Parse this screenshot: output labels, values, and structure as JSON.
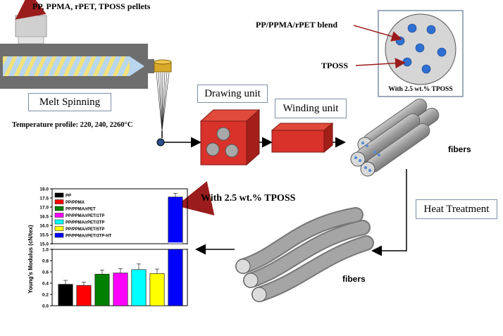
{
  "labels": {
    "pellets": "PP, PPMA, rPET, TPOSS pellets",
    "melt_spinning": "Melt Spinning",
    "temperature_profile": "Temperature profile: 220, 240, 2260°C",
    "drawing_unit": "Drawing unit",
    "winding_unit": "Winding unit",
    "blend": "PP/PPMA/rPET blend",
    "tposs": "TPOSS",
    "inset_caption": "With 2.5 wt.% TPOSS",
    "fibers_top": "fibers",
    "fibers_bottom": "fibers",
    "heat_treatment": "Heat Treatment",
    "chart_callout": "With 2.5 wt.% TPOSS"
  },
  "colors": {
    "machine_gray": "#6e6e6e",
    "screw_yellow": "#f3e27a",
    "screw_blue": "#b8d6ee",
    "unit_red": "#d8322a",
    "tposs_blue": "#2f6fd1",
    "box_border": "#7f8fa6",
    "fiber_gray": "#9a9a9a"
  },
  "chart_data": {
    "type": "bar",
    "ylabel": "Young's Modulus (cN/tex)",
    "broken_axis": true,
    "lower_ylim": [
      0.0,
      1.0
    ],
    "upper_ylim": [
      15.0,
      18.0
    ],
    "lower_ticks": [
      "0.0",
      "0.2",
      "0.4",
      "0.6",
      "0.8",
      "1.0"
    ],
    "upper_ticks": [
      "15.0",
      "15.5",
      "16.0",
      "16.5",
      "17.0",
      "17.5",
      "18.0"
    ],
    "legend_position": "top-left",
    "series": [
      {
        "name": "PP",
        "value": 0.38,
        "error": 0.07,
        "color": "#000000"
      },
      {
        "name": "PP/PPMA",
        "value": 0.36,
        "error": 0.06,
        "color": "#ff0000"
      },
      {
        "name": "PP/PPMA/rPET",
        "value": 0.56,
        "error": 0.07,
        "color": "#008000"
      },
      {
        "name": "PP/PPMA/rPET/1TP",
        "value": 0.58,
        "error": 0.08,
        "color": "#ff00ff"
      },
      {
        "name": "PP/PPMA/rPET/3TP",
        "value": 0.64,
        "error": 0.1,
        "color": "#00ffff"
      },
      {
        "name": "PP/PPMA/rPET/5TP",
        "value": 0.57,
        "error": 0.08,
        "color": "#ffff00"
      },
      {
        "name": "PP/PPMA/rPET/3TP-HT",
        "value": 17.55,
        "error": 0.2,
        "color": "#0000ff"
      }
    ]
  }
}
